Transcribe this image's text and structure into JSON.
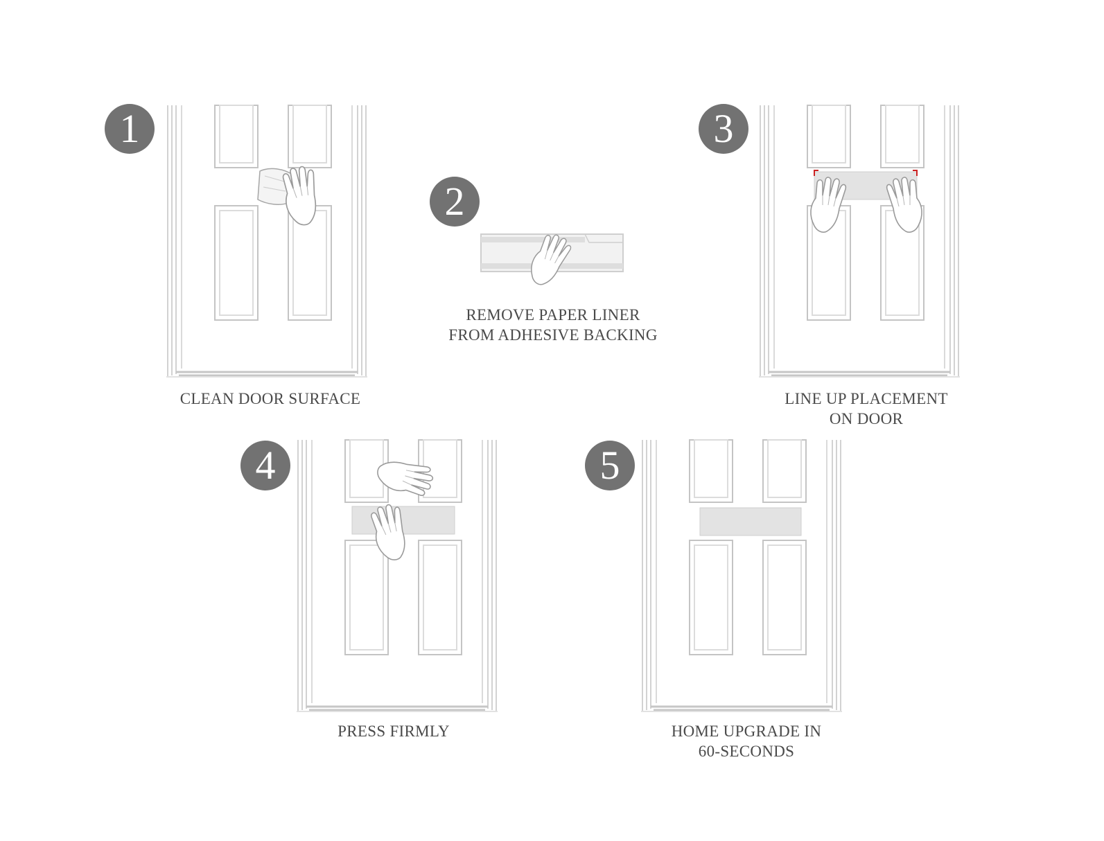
{
  "steps": [
    {
      "number": "1",
      "caption": [
        "CLEAN DOOR SURFACE"
      ]
    },
    {
      "number": "2",
      "caption": [
        "REMOVE PAPER LINER",
        "FROM ADHESIVE BACKING"
      ]
    },
    {
      "number": "3",
      "caption": [
        "LINE UP PLACEMENT",
        "ON DOOR"
      ]
    },
    {
      "number": "4",
      "caption": [
        "PRESS FIRMLY"
      ]
    },
    {
      "number": "5",
      "caption": [
        "HOME UPGRADE IN",
        "60-SECONDS"
      ]
    }
  ],
  "colors": {
    "badge": "#727272",
    "caption": "#4a4a4a",
    "door_line": "#c9c9c9",
    "strip": "#e3e3e3",
    "placement_marks": "#cc2222"
  }
}
